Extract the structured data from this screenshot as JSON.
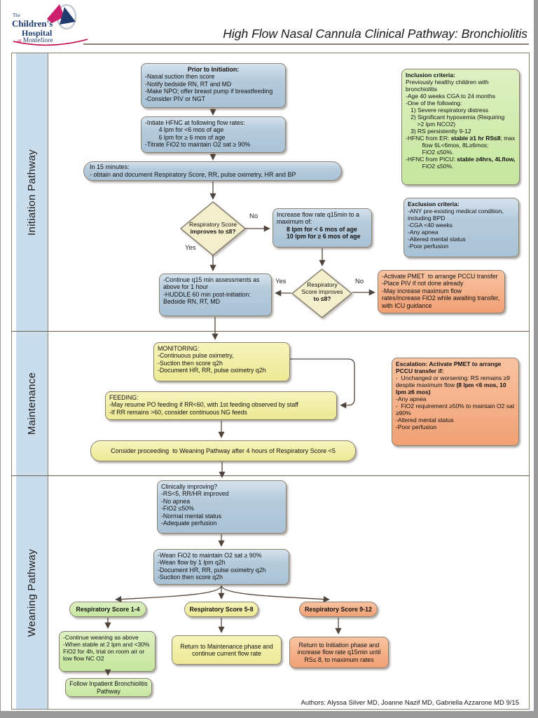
{
  "header": {
    "title": "High Flow Nasal Cannula Clinical Pathway: Bronchiolitis",
    "logo": {
      "the": "The",
      "line1": "Children's",
      "line2": "Hospital",
      "at": "at",
      "name": "Montefiore"
    }
  },
  "sidebar": {
    "initiation": "Initiation Pathway",
    "maintenance": "Maintenance",
    "weaning": "Weaning Pathway"
  },
  "labels": {
    "yes": "Yes",
    "no": "No"
  },
  "initiation": {
    "prior": {
      "title": "Prior to Initiation:",
      "body": "-Nasal suction then score\n-Notify bedside RN, RT and MD\n-Make NPO; offer breast pump if breastfeeding\n-Consider PIV or NGT"
    },
    "initiate": {
      "body": "-Intiate HFNC at following flow rates:\n        4 lpm for <6 mos of age\n        6 lpm for ≥ 6 mos of age\n-Titrate FiO2 to maintain O2 sat ≥ 90%"
    },
    "in15": {
      "body": "In 15 minutes:\n- obtain and document Respiratory Score, RR, pulse oximetry, HR and BP"
    },
    "decision1": {
      "line1": "Respiratory Score",
      "line2": "improves to ≤8?"
    },
    "increase": {
      "head": "Increase flow rate q15min to a maximum of:",
      "bold": "8 lpm for < 6 mos of age\n10 lpm for ≥ 6 mos of age"
    },
    "continue": {
      "body": "-Continue q15 min assessments as above for 1 hour\n-HUDDLE 60 min post-initiation:\nBedside RN, RT, MD"
    },
    "decision2": {
      "line1": "Respiratory\nScore improves",
      "line2": "to ≤8?"
    },
    "pmet": {
      "body": "-Activate PMET  to arrange PCCU transfer\n-Place PIV if not done already\n-May increase maximum flow rates/increase FiO2 while awaiting transfer, with ICU guidance"
    },
    "inclusion": {
      "title": "Inclusion criteria:",
      "p1": "Previously healthy children with\nbronchiolitis\n-Age 40 weeks CGA to 24 months\n-One of the following:\n   1) Severe respiratory distress\n   2) Significant hypoxemia (Requiring\n       >2 lpm NCO2)\n   3) RS persistently 9-12\n-HFNC from ER: ",
      "er_bold": "stable ≥1 hr RS≤8",
      "p2": "; max\n          flow 6L<6mos, 8L≥6mos;\n          FiO2 ≤50%.\n-HFNC from PICU: ",
      "picu_bold": "stable ≥4hrs, 4Lflow,",
      "p3": "\n          FiO2 ≤50%."
    },
    "exclusion": {
      "title": "Exclusion criteria:",
      "body": "-ANY pre-existing medical condition,\nincluding BPD\n-CGA <40 weeks\n-Any apnea\n-Altered mental status\n-Poor perfusion"
    }
  },
  "maintenance": {
    "monitoring": {
      "body": "MONITORING:\n-Continuous pulse oximetry,\n-Suction then score q2h\n-Document HR, RR, pulse oximetry q2h"
    },
    "feeding": {
      "body": "FEEDING:\n-May resume PO feeding if RR<60, with 1st feeding observed by staff\n-If RR remains >60, consider continuous NG feeds"
    },
    "consider": {
      "body": "Consider proceeding  to Weaning Pathway after 4 hours of Respiratory Score <5"
    },
    "escalation": {
      "title": "Escalation: Activate PMET to arrange PCCU transfer if:",
      "p1": "-  Unchanged or worsening: RS remains ≥9 despite maximum flow ",
      "bold": "(8 lpm <6 mos, 10 lpm ≥6 mos)",
      "p2": "\n-Any apnea\n-  FiO2 requirement ≥50% to maintain O2 sat ≥90%\n-Altered mental status\n-Poor perfusion"
    }
  },
  "weaning": {
    "clinically": {
      "body": "Clinically improving?\n-RS<5, RR/HR improved\n-No apnea\n-FiO2 ≤50%\n-Normal mental status\n-Adequate perfusion"
    },
    "wean": {
      "body": "-Wean FiO2 to maintain O2 sat ≥ 90%\n-Wean flow by 1 lpm q2h\n-Document HR, RR, pulse oximetry q2h\n-Suction then score q2h"
    },
    "pill_green": "Respiratory Score 1-4",
    "pill_yellow": "Respiratory Score 5-8",
    "pill_orange": "Respiratory Score 9-12",
    "continue_weaning": {
      "body": "-Continue weaning as above\n-When stable at 2 lpm and <30%\nFiO2 for 4h, trial on room air or\nlow flow NC O2"
    },
    "follow": {
      "body": "Follow Inpatient Bronchiolitis\nPathway"
    },
    "return_maintenance": {
      "body": "Return to Maintenance phase and\ncontinue current flow rate"
    },
    "return_initiation": {
      "body": "Return to Initiation phase and\nincrease flow rate q15min until\nRS≤ 8, to maximum rates"
    }
  },
  "footer": {
    "authors": "Authors: Alyssa Silver MD, Joanne Nazif MD, Gabriella Azzarone MD 9/15"
  },
  "colors": {
    "blue": "#b9cfdf",
    "green": "#c9e9a3",
    "yellow": "#f0eda4",
    "orange": "#f4ab83",
    "diamond": "#f2eecb",
    "sidebar": "#cadded",
    "logo_navy": "#1e3c6e",
    "logo_pink": "#cc1f6e",
    "logo_red": "#c00040"
  }
}
